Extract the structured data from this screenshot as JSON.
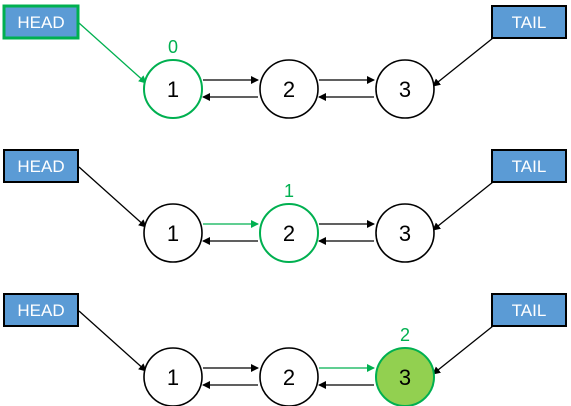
{
  "colors": {
    "box_fill": "#5b9bd5",
    "box_border": "#000000",
    "highlight": "#00b050",
    "highlight_fill": "#92d050",
    "node_border": "#000000",
    "node_fill": "#ffffff"
  },
  "head_label": "HEAD",
  "tail_label": "TAIL",
  "rows": [
    {
      "index": "0",
      "nodes": [
        "1",
        "2",
        "3"
      ],
      "active": 0
    },
    {
      "index": "1",
      "nodes": [
        "1",
        "2",
        "3"
      ],
      "active": 1
    },
    {
      "index": "2",
      "nodes": [
        "1",
        "2",
        "3"
      ],
      "active": 2
    }
  ]
}
